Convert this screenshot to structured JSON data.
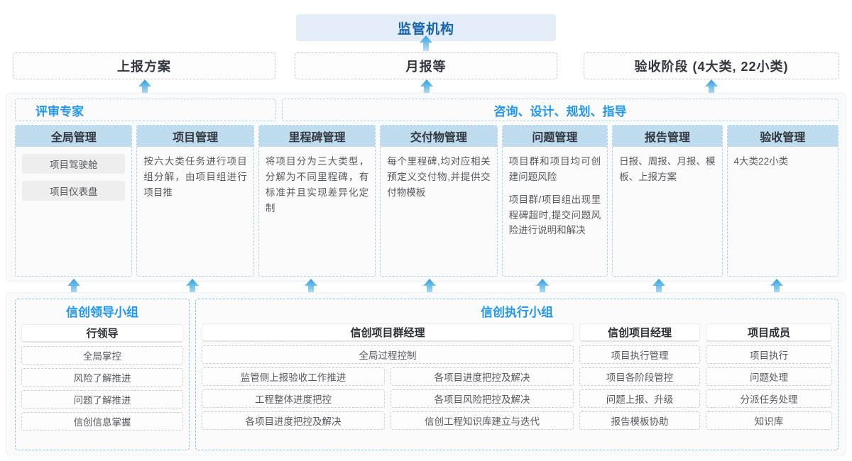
{
  "top": {
    "regulator": "监管机构",
    "reports": [
      "上报方案",
      "月报等",
      "验收阶段 (4大类, 22小类)"
    ]
  },
  "middle": {
    "role_left": "评审专家",
    "role_right": "咨询、设计、规划、指导",
    "cards": [
      {
        "title": "全局管理",
        "pills": [
          "项目驾驶舱",
          "项目仪表盘"
        ],
        "paragraphs": []
      },
      {
        "title": "项目管理",
        "pills": [],
        "paragraphs": [
          "按六大类任务进行项目组分解，由项目组进行项目推"
        ]
      },
      {
        "title": "里程碑管理",
        "pills": [],
        "paragraphs": [
          "将项目分为三大类型，分解为不同里程碑，有标准并且实现差异化定制"
        ]
      },
      {
        "title": "交付物管理",
        "pills": [],
        "paragraphs": [
          "每个里程碑,均对应相关预定义交付物,并提供交付物模板"
        ]
      },
      {
        "title": "问题管理",
        "pills": [],
        "paragraphs": [
          "项目群和项目均可创建问题风险",
          "项目群/项目组出现里程碑超时,提交问题风险进行说明和解决"
        ]
      },
      {
        "title": "报告管理",
        "pills": [],
        "paragraphs": [
          "日报、周报、月报、模板、上报方案"
        ]
      },
      {
        "title": "验收管理",
        "pills": [],
        "paragraphs": [
          "4大类22小类"
        ]
      }
    ]
  },
  "bottom": {
    "leader_group": {
      "title": "信创领导小组",
      "head": "行领导",
      "items": [
        "全局掌控",
        "风险了解推进",
        "问题了解推进",
        "信创信息掌握"
      ]
    },
    "exec_group": {
      "title": "信创执行小组",
      "program_manager": {
        "head": "信创项目群经理",
        "wide_item": "全局过程控制",
        "left_items": [
          "监管侧上报验收工作推进",
          "工程整体进度把控",
          "各项目进度把控及解决"
        ],
        "right_items": [
          "各项目进度把控及解决",
          "各项目风险把控及解决",
          "信创工程知识库建立与迭代"
        ]
      },
      "project_manager": {
        "head": "信创项目经理",
        "items": [
          "项目执行管理",
          "项目各阶段管控",
          "问题上报、升级",
          "报告模板协助"
        ]
      },
      "member": {
        "head": "项目成员",
        "items": [
          "项目执行",
          "问题处理",
          "分派任务处理",
          "知识库"
        ]
      }
    }
  },
  "colors": {
    "accent_blue": "#2196f3",
    "title_blue": "#1565b0",
    "header_fill": "#bfdcef",
    "regulator_fill": "#e4edf7",
    "arrow_top": "#3aa8e8",
    "arrow_bottom": "#9ed4f0"
  }
}
